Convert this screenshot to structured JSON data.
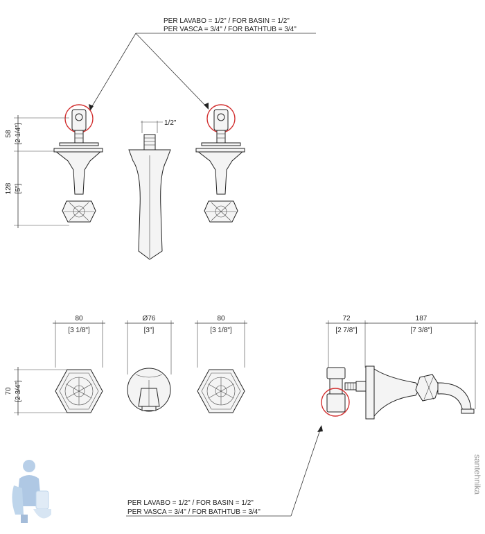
{
  "callout_top": {
    "line1": "PER LAVABO = 1/2\" / FOR BASIN = 1/2\"",
    "line2": "PER VASCA = 3/4\" / FOR BATHTUB = 3/4\""
  },
  "callout_bottom": {
    "line1": "PER LAVABO = 1/2\" / FOR BASIN = 1/2\"",
    "line2": "PER VASCA = 3/4\" / FOR BATHTUB = 3/4\""
  },
  "dims": {
    "d58": "58",
    "d58_in": "[2 1/4\"]",
    "d128": "128",
    "d128_in": "[5\"]",
    "spout_thread": "1/2\"",
    "w80_left": "80",
    "w80_left_in": "[3 1/8\"]",
    "dia76": "Ø76",
    "dia76_in": "[3\"]",
    "w80_right": "80",
    "w80_right_in": "[3 1/8\"]",
    "h70": "70",
    "h70_in": "[2 3/4\"]",
    "side72": "72",
    "side72_in": "[2 7/8\"]",
    "side187": "187",
    "side187_in": "[7 3/8\"]"
  },
  "watermark": "santehnika",
  "colors": {
    "highlight": "#d23030",
    "line": "#333333"
  }
}
